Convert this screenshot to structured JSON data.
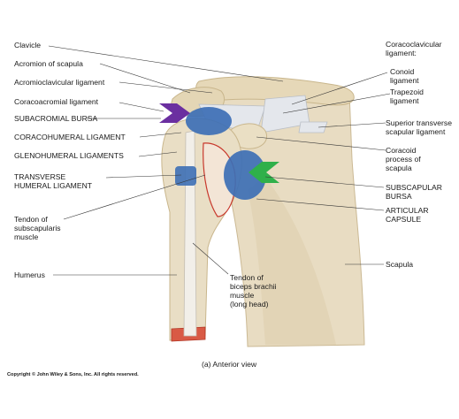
{
  "labels_left": {
    "clavicle": "Clavicle",
    "acromion": "Acromion of scapula",
    "acromioclavicular": "Acromioclavicular ligament",
    "coracoacromial": "Coracoacromial ligament",
    "subacromial_bursa": "SUBACROMIAL BURSA",
    "coracohumeral": "CORACOHUMERAL LIGAMENT",
    "glenohumeral": "GLENOHUMERAL LIGAMENTS",
    "transverse_humeral": "TRANSVERSE\nHUMERAL LIGAMENT",
    "tendon_subscapularis": "Tendon of\nsubscapularis\nmuscle",
    "humerus": "Humerus",
    "tendon_biceps": "Tendon of\nbiceps brachii\nmuscle\n(long head)"
  },
  "labels_right": {
    "coracoclavicular": "Coracoclavicular\nligament:",
    "conoid": "Conoid\nligament",
    "trapezoid": "Trapezoid\nligament",
    "superior_transverse": "Superior transverse\nscapular ligament",
    "coracoid": "Coracoid\nprocess of\nscapula",
    "subscapular_bursa": "SUBSCAPULAR\nBURSA",
    "articular_capsule": "ARTICULAR\nCAPSULE",
    "scapula": "Scapula"
  },
  "caption": "(a) Anterior view",
  "copyright": "Copyright © John Wiley & Sons, Inc. All rights reserved.",
  "colors": {
    "bone": "#e8dcc2",
    "bone_shadow": "#cbb994",
    "ligament": "#dfe3e8",
    "bursa_blue": "#3d6fb5",
    "marrow_red": "#c8382c",
    "arrow_purple": "#6b2fa0",
    "arrow_green": "#2fb04a",
    "leader_line": "#333333"
  },
  "icons": {
    "purple_arrow": "right-pointing-chevron-arrow",
    "green_arrow": "left-pointing-chevron-arrow"
  }
}
